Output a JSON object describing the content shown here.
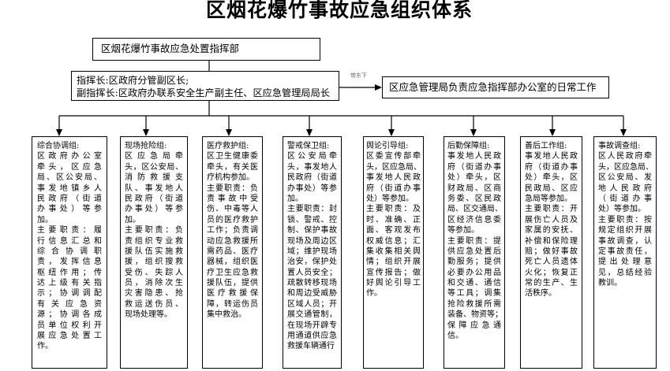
{
  "title": "区烟花爆竹事故应急组织体系",
  "headquarters": {
    "label": "区烟花爆竹事故应急处置指挥部"
  },
  "leadership": {
    "commander": "指挥长:区政府分管副区长;",
    "deputy_commander": "副指挥长:区政府办联系安全生产副主任、区应急管理局局长"
  },
  "arrow_note": "带东下",
  "office": {
    "label": "区应急管理局负责应急指挥部办公室的日常工作"
  },
  "colors": {
    "ink": "#000000",
    "paper": "#ffffff"
  },
  "groups": [
    {
      "title": "综合协调组:",
      "paragraphs": [
        [
          "区政府办公室",
          "牵头，区应急",
          "局、区公安局、",
          "事发地镇乡人",
          "民政府（街道",
          "办事处）等参",
          "加。"
        ],
        [
          "主要职责：履",
          "行信息汇总和",
          "综合协调职",
          "责，发挥信息",
          "枢纽作用；传",
          "达上级有关指",
          "示；协调调配",
          "有关应急资",
          "源；协调各成",
          "员单位权利开",
          "展应急处置工",
          "作。"
        ]
      ]
    },
    {
      "title": "现场抢险组:",
      "paragraphs": [
        [
          "区应急局牵",
          "头，区公安局、",
          "消防救援支",
          "队、事发地人",
          "民政府（街道",
          "办事处）等参",
          "加。"
        ],
        [
          "主要职责：负",
          "责组织专业救",
          "援队伍实施救",
          "援，组织搜救",
          "受伤、失踪人",
          "员，消除次生",
          "灾害隐患、抢",
          "救运送伤员、",
          "现场处理等。"
        ]
      ]
    },
    {
      "title": "医疗救护组:",
      "paragraphs": [
        [
          "区卫生健康委",
          "牵头，有关医",
          "疗机构参加。"
        ],
        [
          "主要职责：负",
          "责事故中受",
          "伤、中毒等人",
          "员的医疗救护",
          "工作；负责调",
          "动应急救援所",
          "需药品、医疗",
          "器械，组织医",
          "疗卫生应急救",
          "援队伍，提供",
          "医疗救援保",
          "障，转运伤员",
          "集中救治。"
        ]
      ]
    },
    {
      "title": "警戒保卫组:",
      "paragraphs": [
        [
          "区公安局牵",
          "头，事发地人",
          "民政府（街道",
          "办事处）等参",
          "加。"
        ],
        [
          "主要职责：封",
          "锁、警戒、控",
          "制、保护事故",
          "现场及周边区",
          "域；维护现场",
          "治安，保护处",
          "置人员安全；",
          "疏散转移现场",
          "和周边受威胁",
          "区域人员；开",
          "展交通管制，",
          "在现场开辟专",
          "用通道供应急",
          "救援车辆通行"
        ]
      ]
    },
    {
      "title": "舆论引导组:",
      "paragraphs": [
        [
          "区委宣传部牵",
          "头，区应急局、",
          "事发地人民政",
          "府（街道办事",
          "处）等参加。"
        ],
        [
          "主要职责：及",
          "时、准确、正",
          "面、客观发布",
          "权威信息；汇",
          "集收集相关舆",
          "情；组织开展",
          "宣传报告；做",
          "好舆论引导工",
          "作。"
        ]
      ]
    },
    {
      "title": "后勤保障组:",
      "paragraphs": [
        [
          "事发地人民政",
          "府（街道办事",
          "处）牵头，区",
          "财政局、区商",
          "务委、区民政",
          "局、区交通局、",
          "区经济信息委",
          "等参加。"
        ],
        [
          "主要职责：提",
          "供应急处置后",
          "勤服务；提供",
          "必要办公用品",
          "和交通、通信",
          "等工具；调集",
          "抢险救援所需",
          "装备、物资等；",
          "保障应急通",
          "信。"
        ]
      ]
    },
    {
      "title": "善后工作组:",
      "paragraphs": [
        [
          "事发地人民政",
          "府（街道办事",
          "处）牵头，区",
          "民政局、区应",
          "急局等参加。"
        ],
        [
          "主要职责：开",
          "展伤亡人员及",
          "家属的安抚、",
          "补偿和保险理",
          "赔；做好事故",
          "死亡人员遗体",
          "火化；恢复正",
          "常的生产、生",
          "活秩序。"
        ]
      ]
    },
    {
      "title": "事故调查组:",
      "paragraphs": [
        [
          "区人民政府牵",
          "头，区应急局、",
          "区公安局、发",
          "地人民政府",
          "（街道办事",
          "处）等参加。"
        ],
        [
          "主要职责：按",
          "规定组织开展",
          "事故调查，认",
          "定事故责任，",
          "提出处理意",
          "见，总结经验",
          "教训。"
        ]
      ]
    }
  ]
}
